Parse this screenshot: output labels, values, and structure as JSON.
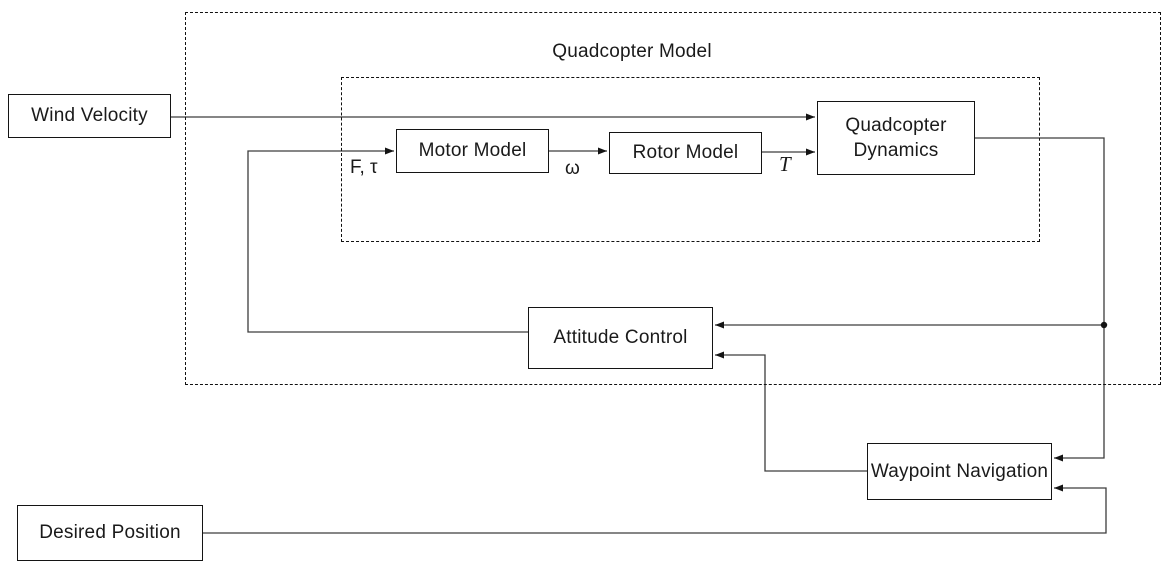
{
  "diagram": {
    "title": "Quadcopter Model",
    "blocks": {
      "wind_velocity": "Wind Velocity",
      "motor_model": "Motor Model",
      "rotor_model": "Rotor Model",
      "quadcopter_dynamics": "Quadcopter Dynamics",
      "attitude_control": "Attitude Control",
      "waypoint_navigation": "Waypoint Navigation",
      "desired_position": "Desired Position"
    },
    "signal_labels": {
      "force_torque": "F, τ",
      "rotor_speed": "ω",
      "thrust": "T"
    },
    "edges": [
      {
        "from": "Wind Velocity",
        "to": "Quadcopter Dynamics",
        "label": ""
      },
      {
        "from": "Attitude Control",
        "to": "Motor Model",
        "label": "F, τ"
      },
      {
        "from": "Motor Model",
        "to": "Rotor Model",
        "label": "ω"
      },
      {
        "from": "Rotor Model",
        "to": "Quadcopter Dynamics",
        "label": "T"
      },
      {
        "from": "Quadcopter Dynamics",
        "to": "Attitude Control",
        "label": ""
      },
      {
        "from": "Quadcopter Dynamics",
        "to": "Waypoint Navigation",
        "label": ""
      },
      {
        "from": "Waypoint Navigation",
        "to": "Attitude Control",
        "label": ""
      },
      {
        "from": "Desired Position",
        "to": "Waypoint Navigation",
        "label": ""
      }
    ],
    "colors": {
      "line": "#3d3d3d",
      "box_border": "#141414",
      "text": "#1a1a1a",
      "background": "#ffffff"
    }
  }
}
